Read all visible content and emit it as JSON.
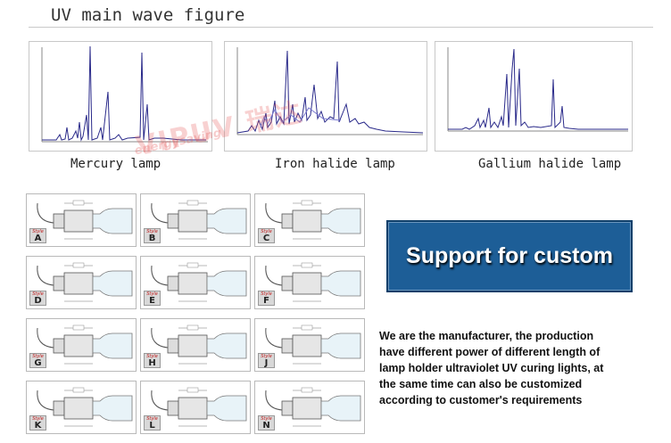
{
  "heading": "UV main wave figure",
  "spectra": [
    {
      "caption": "Mercury lamp"
    },
    {
      "caption": "Iron halide lamp"
    },
    {
      "caption": "Gallium halide lamp"
    }
  ],
  "watermark": {
    "main": "VIPUV 瑞达",
    "sub": "energysaving"
  },
  "styles": [
    "A",
    "B",
    "C",
    "D",
    "E",
    "F",
    "G",
    "H",
    "J",
    "K",
    "L",
    "N"
  ],
  "style_word": "Style",
  "custom": {
    "title": "Support for custom"
  },
  "description": [
    "We are the manufacturer, the production",
    "have different power of different length of",
    "lamp holder ultraviolet UV curing lights, at",
    "the same time can also be customized",
    "according to customer's requirements"
  ],
  "colors": {
    "spectrum_line": "#2a2a8a",
    "panel_blue": "#1d5e97",
    "style_red": "#c01818"
  }
}
